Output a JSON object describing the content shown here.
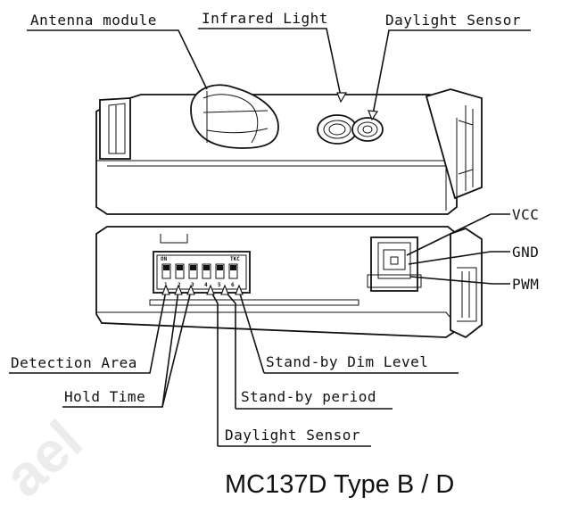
{
  "diagram": {
    "title": "MC137D Type B / D",
    "top_labels": {
      "antenna": "Antenna module",
      "infrared": "Infrared Light",
      "daylight_top": "Daylight Sensor"
    },
    "connector_labels": {
      "vcc": "VCC",
      "gnd": "GND",
      "pwm": "PWM"
    },
    "dip_labels": {
      "detection_area": "Detection Area",
      "hold_time": "Hold Time",
      "daylight_bottom": "Daylight Sensor",
      "standby_period": "Stand-by period",
      "standby_dim": "Stand-by Dim Level"
    },
    "dip_switch": {
      "on_text": "ON",
      "brand_text": "TKC",
      "numbers": [
        "1",
        "2",
        "3",
        "4",
        "5",
        "6"
      ]
    }
  }
}
